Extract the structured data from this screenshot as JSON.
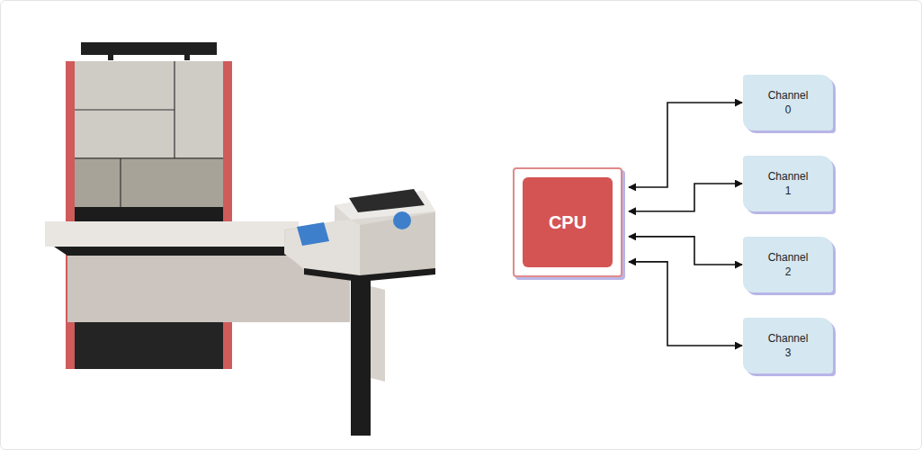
{
  "diagram": {
    "nodes": [
      {
        "text": [
          "CPU"
        ]
      },
      {
        "text": [
          "Channel 0"
        ]
      },
      {
        "text": [
          "Channel 1"
        ]
      },
      {
        "text": [
          "Channel 2"
        ]
      },
      {
        "text": [
          "Channel 3"
        ]
      }
    ],
    "edges": [
      {
        "from": 0,
        "to": 1,
        "arrow": "both"
      },
      {
        "from": 0,
        "to": 2,
        "arrow": "both"
      },
      {
        "from": 0,
        "to": 3,
        "arrow": "both"
      },
      {
        "from": 0,
        "to": 4,
        "arrow": "both"
      }
    ]
  }
}
